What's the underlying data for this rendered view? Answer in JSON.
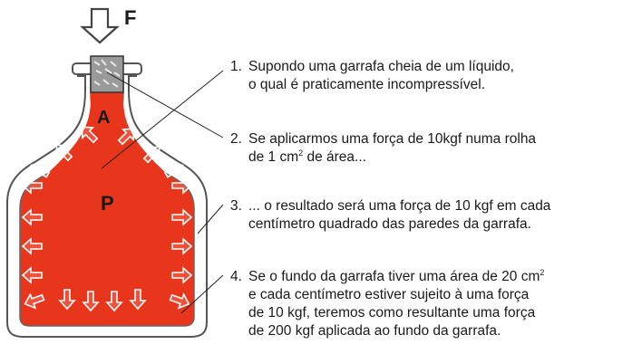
{
  "diagram": {
    "force_label": "F",
    "region_a_label": "A",
    "region_p_label": "P",
    "colors": {
      "liquid": "#e8361c",
      "outline": "#444444",
      "cork": "#9a9a9a",
      "text": "#1a1a1a"
    }
  },
  "notes": [
    {
      "number": "1.",
      "line1": "Supondo uma garrafa cheia de um líquido,",
      "line2": "o qual é praticamente incompressível."
    },
    {
      "number": "2.",
      "line1": "Se aplicarmos uma força de 10kgf numa rolha",
      "line2_pre": "de 1 cm",
      "line2_sup": "2",
      "line2_post": " de área..."
    },
    {
      "number": "3.",
      "line1": "... o resultado será uma força de 10 kgf em cada",
      "line2": "centímetro quadrado das paredes da garrafa."
    },
    {
      "number": "4.",
      "line1_pre": "Se o fundo da garrafa tiver uma área de 20 cm",
      "line1_sup": "2",
      "line2": "e cada centímetro estiver sujeito à uma força",
      "line3": "de 10 kgf, teremos como resultante uma força",
      "line4": "de 200 kgf aplicada ao fundo da garrafa."
    }
  ]
}
